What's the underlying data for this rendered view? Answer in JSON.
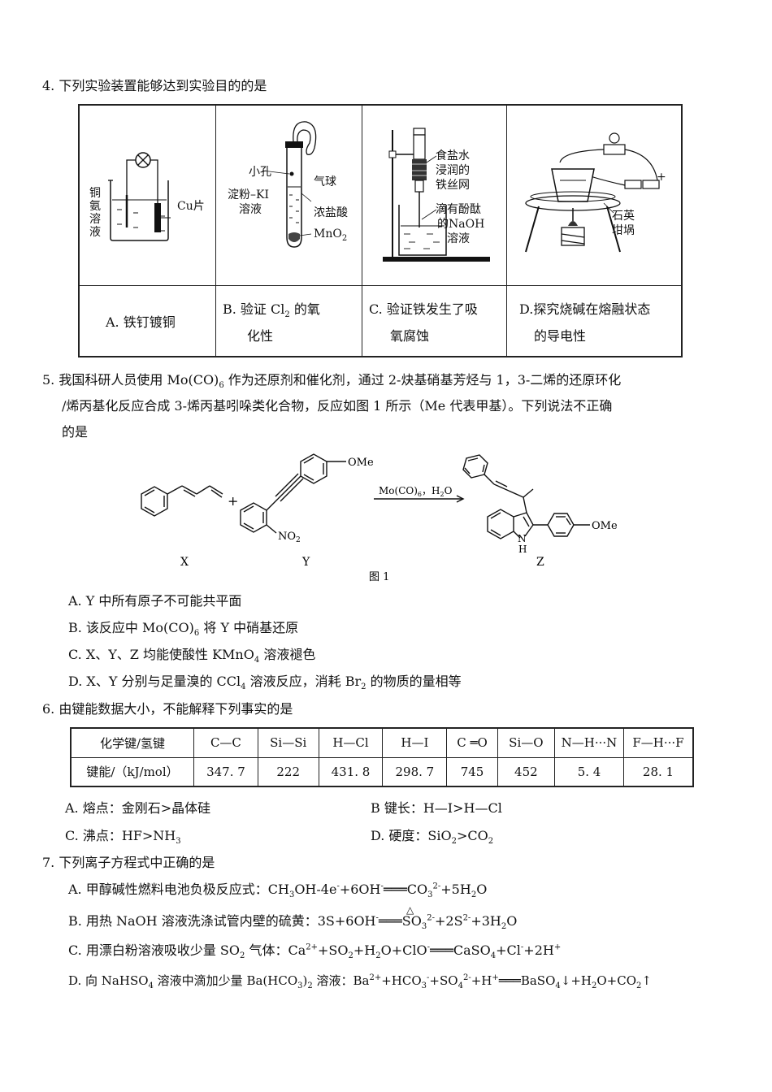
{
  "q4": {
    "stem": "4. 下列实验装置能够达到实验目的的是",
    "fig_a": {
      "left_label": "铜氨溶液",
      "right_label": "Cu片"
    },
    "fig_b": {
      "hole": "小孔",
      "balloon": "气球",
      "solution": "淀粉–KI",
      "solution2": "溶液",
      "acid": "浓盐酸",
      "mno2": "MnO",
      "mno2_sub": "2"
    },
    "fig_c": {
      "l1": "食盐水",
      "l2": "浸润的",
      "l3": "铁丝网",
      "l4": "滴有酚酞",
      "l5": "的NaOH",
      "l6": "溶液"
    },
    "fig_d": {
      "l1": "石英",
      "l2": "坩埚",
      "plus": "+"
    },
    "options": [
      {
        "line1": "A. 铁钉镀铜",
        "line2": ""
      },
      {
        "line1": "B. 验证 Cl",
        "sub": "2",
        "line1b": " 的氧",
        "line2": "化性"
      },
      {
        "line1": "C. 验证铁发生了吸",
        "line2": "氧腐蚀"
      },
      {
        "line1": "D.探究烧碱在熔融状态",
        "line2": "的导电性"
      }
    ]
  },
  "q5": {
    "stem_1a": "5. 我国科研人员使用 Mo(CO)",
    "stem_1sub": "6",
    "stem_1b": " 作为还原剂和催化剂，通过 2-炔基硝基芳烃与 1，3-二烯的还原环化",
    "stem_2": "/烯丙基化反应合成 3-烯丙基吲哚类化合物，反应如图 1 所示（Me 代表甲基）。下列说法不正确",
    "stem_3": "的是",
    "scheme": {
      "x": "X",
      "y": "Y",
      "z": "Z",
      "plus": "+",
      "ome": "OMe",
      "no2": "NO",
      "no2_sub": "2",
      "nh_n": "N",
      "nh_h": "H",
      "reagent": "Mo(CO)",
      "reagent_sub": "6",
      "reagent_b": "，H",
      "reagent_sub2": "2",
      "reagent_c": "O",
      "caption": "图 1"
    },
    "opt_a": "A. Y 中所有原子不可能共平面",
    "opt_b1": "B. 该反应中 Mo(CO)",
    "opt_b_sub": "6",
    "opt_b2": " 将 Y 中硝基还原",
    "opt_c1": "C. X、Y、Z 均能使酸性 KMnO",
    "opt_c_sub": "4",
    "opt_c2": " 溶液褪色",
    "opt_d1": "D. X、Y 分别与足量溴的 CCl",
    "opt_d_sub": "4",
    "opt_d2": " 溶液反应，消耗 Br",
    "opt_d_sub2": "2",
    "opt_d3": " 的物质的量相等"
  },
  "q6": {
    "stem": "6. 由键能数据大小，不能解释下列事实的是",
    "row1": [
      "化学键/氢键",
      "C—C",
      "Si—Si",
      "H—Cl",
      "H—I",
      "C ═O",
      "Si—O",
      "N—H···N",
      "F—H···F"
    ],
    "row2": [
      "键能/（kJ/mol）",
      "347. 7",
      "222",
      "431. 8",
      "298. 7",
      "745",
      "452",
      "5. 4",
      "28. 1"
    ],
    "opt_a": "A. 熔点：金刚石>晶体硅",
    "opt_b": "B  键长：H—I>H—Cl",
    "opt_c1": "C. 沸点：HF>NH",
    "opt_c_sub": "3",
    "opt_d1": "D. 硬度：SiO",
    "opt_d_sub": "2",
    "opt_d2": ">CO",
    "opt_d_sub2": "2"
  },
  "q7": {
    "stem": "7. 下列离子方程式中正确的是",
    "a": {
      "t1": "A. 甲醇碱性燃料电池负极反应式：CH",
      "s1": "3",
      "t2": "OH-4e",
      "p1": "-",
      "t3": "+6OH",
      "p2": "-",
      "t4": "═══CO",
      "s2": "3",
      "p3": "2-",
      "t5": "+5H",
      "s3": "2",
      "t6": "O"
    },
    "b": {
      "t1": "B. 用热 NaOH 溶液洗涤试管内壁的硫黄：3S+6OH",
      "p1": "-",
      "t2": "═══SO",
      "s1": "3",
      "p2": "2-",
      "t3": "+2S",
      "p3": "2-",
      "t4": "+3H",
      "s2": "2",
      "t5": "O",
      "delta": "△"
    },
    "c": {
      "t1": "C. 用漂白粉溶液吸收少量 SO",
      "s1": "2",
      "t2": " 气体：Ca",
      "p1": "2+",
      "t3": "+SO",
      "s2": "2",
      "t4": "+H",
      "s3": "2",
      "t5": "O+ClO",
      "p2": "-",
      "t6": "═══CaSO",
      "s4": "4",
      "t7": "+Cl",
      "p3": "-",
      "t8": "+2H",
      "p4": "+"
    },
    "d": {
      "t1": "D. 向 NaHSO",
      "s1": "4",
      "t2": " 溶液中滴加少量 Ba(HCO",
      "s2": "3",
      "t3": ")",
      "s3": "2",
      "t4": " 溶液：Ba",
      "p1": "2+",
      "t5": "+HCO",
      "s4": "3",
      "p2": "-",
      "t6": "+SO",
      "s5": "4",
      "p3": "2-",
      "t7": "+H",
      "p4": "+",
      "t8": "═══BaSO",
      "s6": "4",
      "t9": "↓+H",
      "s7": "2",
      "t10": "O+CO",
      "s8": "2",
      "t11": "↑"
    }
  }
}
